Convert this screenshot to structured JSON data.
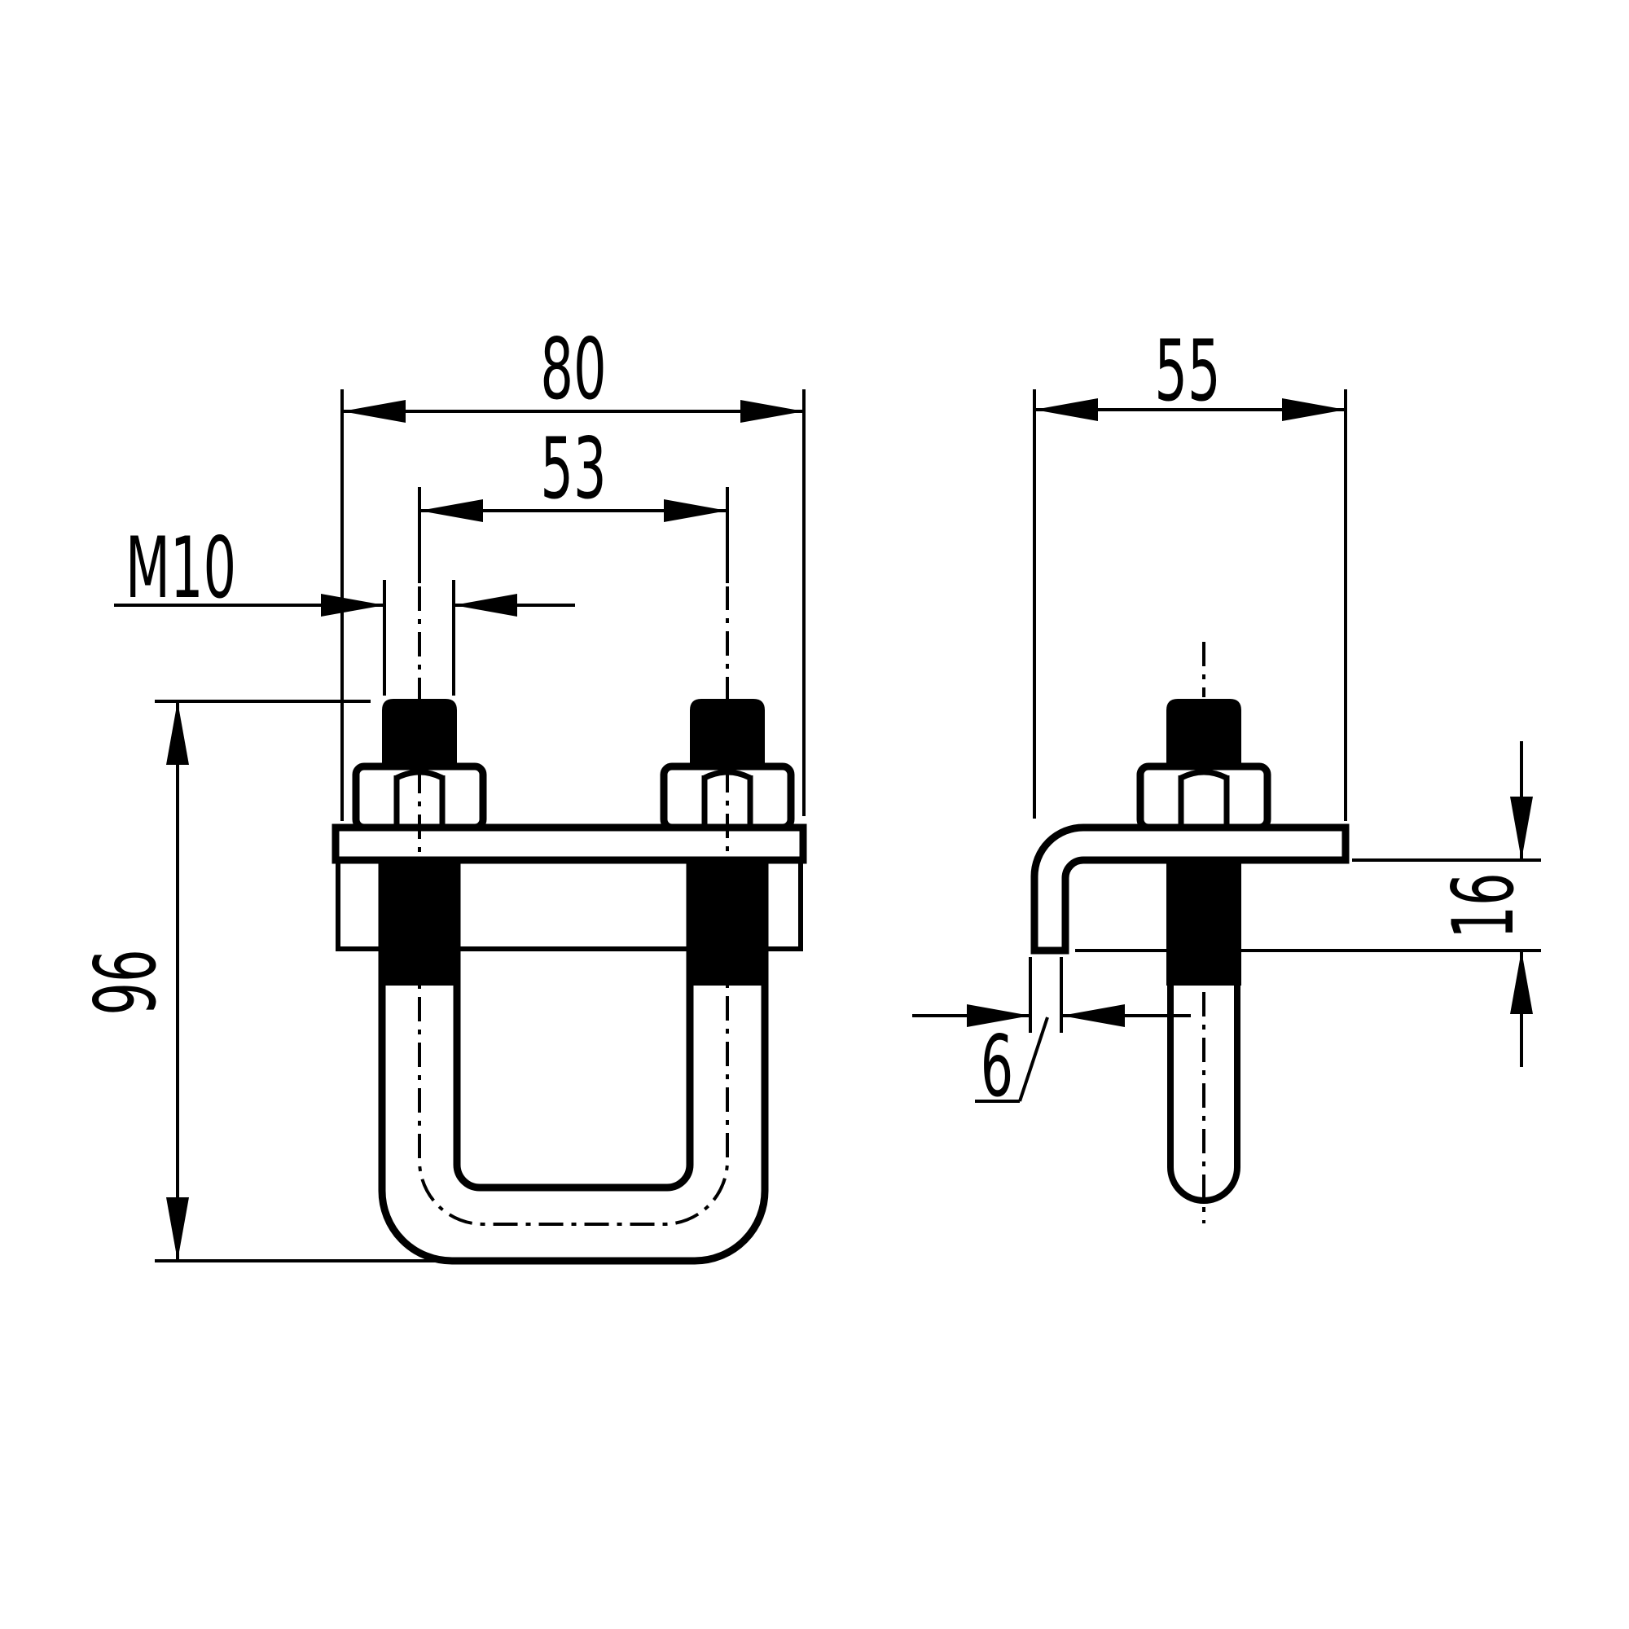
{
  "drawing": {
    "kind": "technical-drawing",
    "views": {
      "front": "u-bolt-clamp-front-view",
      "side": "u-bolt-clamp-side-view"
    }
  },
  "dimensions": {
    "front": {
      "plate_width": "80",
      "bolt_spacing": "53",
      "thread_spec": "M10",
      "overall_length": "96"
    },
    "side": {
      "plate_depth": "55",
      "thread_length": "16",
      "leg_thickness": "6"
    }
  },
  "colors": {
    "line": "#000000",
    "background": "#ffffff"
  }
}
